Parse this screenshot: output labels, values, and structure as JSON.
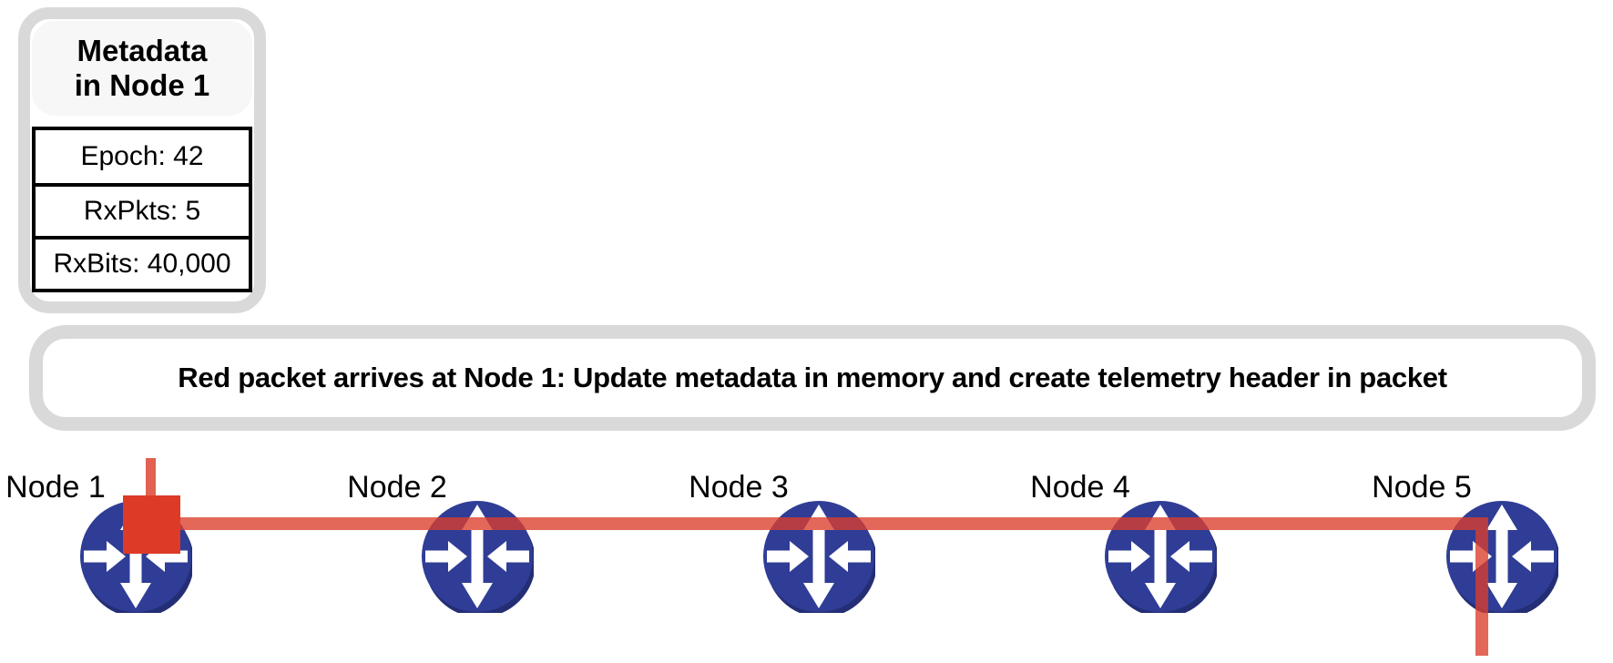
{
  "metadata_panel": {
    "title_line1": "Metadata",
    "title_line2": "in Node 1",
    "rows": [
      "Epoch: 42",
      "RxPkts: 5",
      "RxBits: 40,000"
    ]
  },
  "banner": {
    "text": "Red packet arrives at Node 1: Update metadata in memory and create telemetry header in packet"
  },
  "nodes": [
    {
      "label": "Node 1"
    },
    {
      "label": "Node 2"
    },
    {
      "label": "Node 3"
    },
    {
      "label": "Node 4"
    },
    {
      "label": "Node 5"
    }
  ],
  "packet": {
    "color_name": "red",
    "at_node": "Node 1"
  },
  "colors": {
    "link_red": "#db3e2c",
    "packet_red": "#dd3b27",
    "router_blue": "#2f3d96",
    "router_shadow_blue": "#242e75",
    "panel_border_gray": "#d9d9d9",
    "panel_header_fill": "#f7f7f7",
    "arrow_white": "#ffffff",
    "text_black": "#000000"
  }
}
